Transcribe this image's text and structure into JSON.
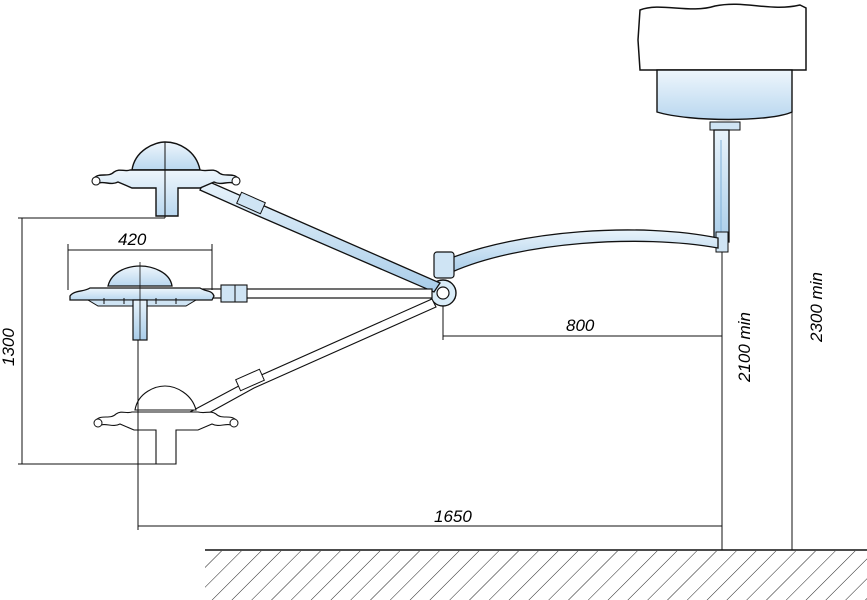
{
  "dimensions": {
    "width_420": "420",
    "height_1300": "1300",
    "arm_800": "800",
    "reach_1650": "1650",
    "min_height_2100": "2100 min",
    "ceiling_2300": "2300 min"
  },
  "colors": {
    "fill_light": "#d9ecf8",
    "fill_mid": "#b8d6ef",
    "fill_ghost": "#ffffff",
    "stroke": "#1a1a1a",
    "dim_line": "#111111"
  }
}
